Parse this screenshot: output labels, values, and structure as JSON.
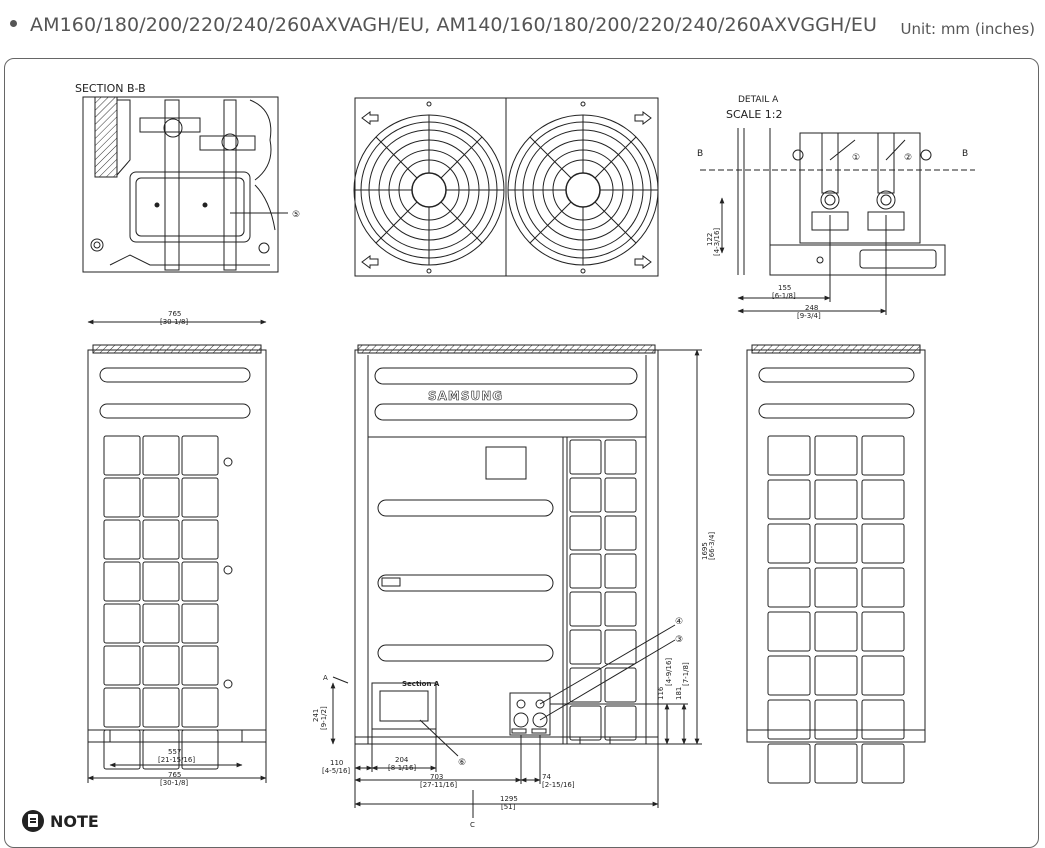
{
  "header": {
    "title": "AM160/180/200/220/240/260AXVAGH/EU,  AM140/160/180/200/220/240/260AXVGGH/EU",
    "unit": "Unit: mm (inches)"
  },
  "section_bb": {
    "title": "SECTION B-B",
    "callout": "⑤"
  },
  "detail_a": {
    "title": "DETAIL A",
    "scale": "SCALE 1:2",
    "mark_left": "B",
    "mark_right": "B",
    "callout1": "①",
    "callout2": "②",
    "dim_122": "122",
    "dim_122_in": "[4-3/16]",
    "dim_155": "155",
    "dim_155_in": "[6-1/8]",
    "dim_248": "248",
    "dim_248_in": "[9-3/4]"
  },
  "side_left": {
    "dim_top": "765",
    "dim_top_in": "[30-1/8]",
    "dim_557": "557",
    "dim_557_in": "[21-15/16]",
    "dim_bottom": "765",
    "dim_bottom_in": "[30-1/8]"
  },
  "front": {
    "brand": "SAMSUNG",
    "section_a": "Section A",
    "label_a": "A",
    "label_c": "C",
    "callout3": "③",
    "callout4": "④",
    "callout6": "⑥",
    "dim_1695": "1695",
    "dim_1695_in": "[66-3/4]",
    "dim_116": "116",
    "dim_116_in": "[4-9/16]",
    "dim_181": "181",
    "dim_181_in": "[7-1/8]",
    "dim_241": "241",
    "dim_241_in": "[9-1/2]",
    "dim_110": "110",
    "dim_110_in": "[4-5/16]",
    "dim_204": "204",
    "dim_204_in": "[8-1/16]",
    "dim_703": "703",
    "dim_703_in": "[27-11/16]",
    "dim_74": "74",
    "dim_74_in": "[2-15/16]",
    "dim_1295": "1295",
    "dim_1295_in": "[51]"
  },
  "note": {
    "label": "NOTE"
  }
}
